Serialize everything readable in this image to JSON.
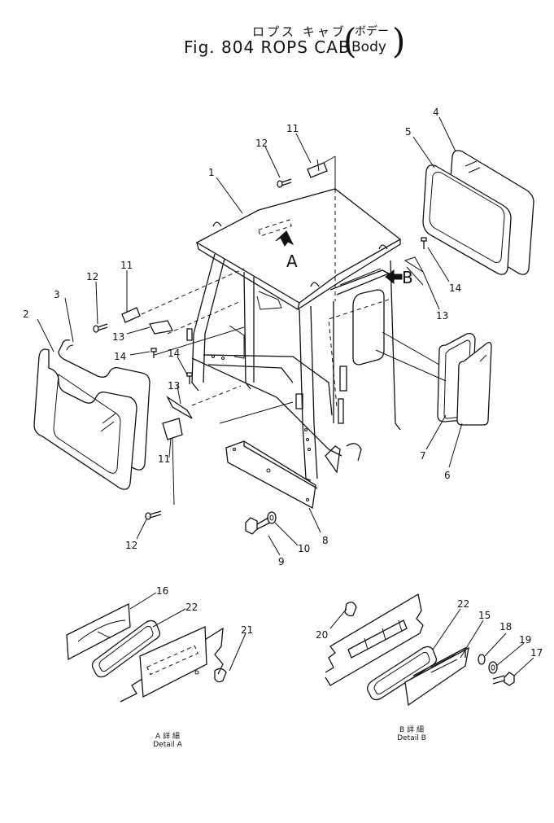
{
  "title": {
    "japanese": "ロプス キャブ",
    "english": "Fig. 804  ROPS  CAB",
    "paren_japanese": "ボデー",
    "paren_english": "Body"
  },
  "view_labels": {
    "a": "A",
    "b": "B"
  },
  "callouts": {
    "p1": "1",
    "p2": "2",
    "p3": "3",
    "p4": "4",
    "p5": "5",
    "p6": "6",
    "p7": "7",
    "p8": "8",
    "p9": "9",
    "p10": "10",
    "p11a": "11",
    "p11b": "11",
    "p11c": "11",
    "p12a": "12",
    "p12b": "12",
    "p12c": "12",
    "p13a": "13",
    "p13b": "13",
    "p13c": "13",
    "p14a": "14",
    "p14b": "14",
    "p14c": "14",
    "p15": "15",
    "p16": "16",
    "p17": "17",
    "p18": "18",
    "p19": "19",
    "p20": "20",
    "p21": "21",
    "p22a": "22",
    "p22b": "22"
  },
  "details": {
    "a_jp": "A  詳 細",
    "a_en": "Detail  A",
    "b_jp": "B  詳 細",
    "b_en": "Detail  B"
  }
}
